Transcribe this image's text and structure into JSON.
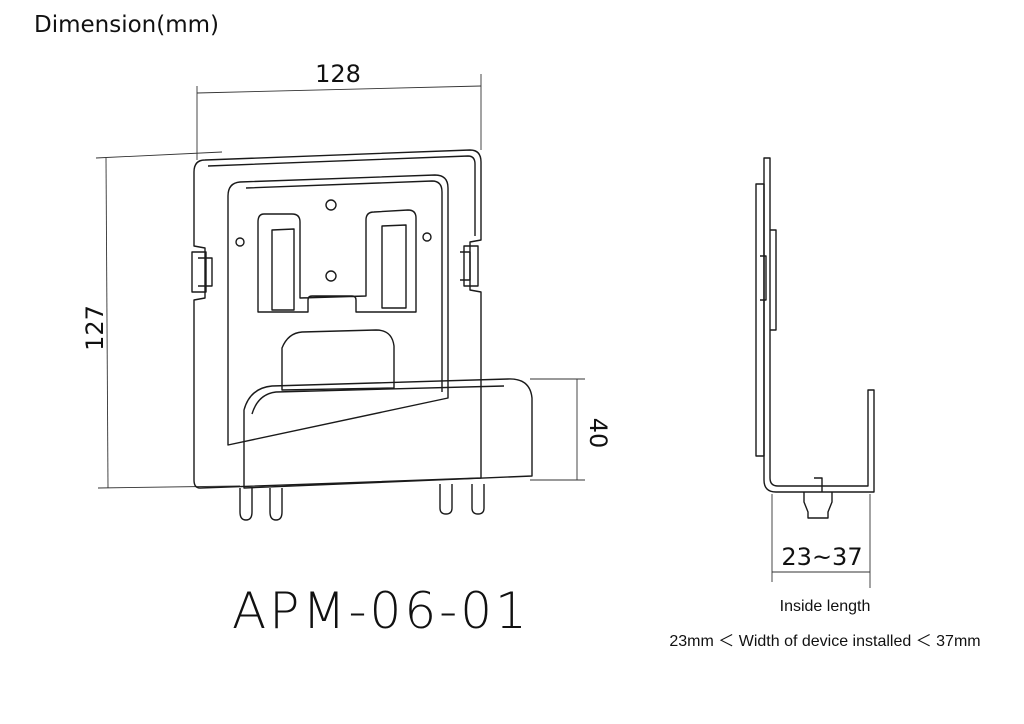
{
  "title": "Dimension(mm)",
  "model": "APM-06-01",
  "dimensions": {
    "width": "128",
    "height": "127",
    "tray_depth": "40",
    "inside_range": "23~37"
  },
  "caption": {
    "line1": "Inside length",
    "line2": "23mm ＜ Width of device installed ＜ 37mm"
  }
}
